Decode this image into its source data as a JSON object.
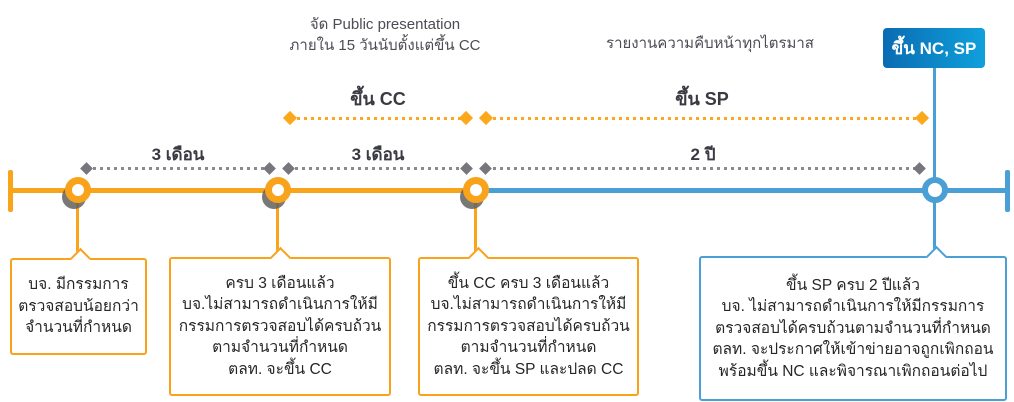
{
  "annotations": {
    "public_presentation_line1": "จัด Public presentation",
    "public_presentation_line2": "ภายใน 15 วันนับตั้งแต่ขึ้น CC",
    "quarterly_report": "รายงานความคืบหน้าทุกไตรมาส"
  },
  "badge": {
    "label": "ขึ้น NC, SP"
  },
  "status_spans": [
    {
      "label": "ขึ้น CC"
    },
    {
      "label": "ขึ้น SP"
    }
  ],
  "duration_spans": [
    {
      "label": "3 เดือน"
    },
    {
      "label": "3 เดือน"
    },
    {
      "label": "2 ปี"
    }
  ],
  "milestones": [
    {
      "box_lines": [
        "บจ. มีกรรมการ",
        "ตรวจสอบน้อยกว่า",
        "จำนวนที่กำหนด"
      ]
    },
    {
      "box_lines": [
        "ครบ 3 เดือนแล้ว",
        "บจ.ไม่สามารถดำเนินการให้มี",
        "กรรมการตรวจสอบได้ครบถ้วน",
        "ตามจำนวนที่กำหนด",
        "ตลท. จะขึ้น CC"
      ]
    },
    {
      "box_lines": [
        "ขึ้น CC ครบ 3 เดือนแล้ว",
        "บจ.ไม่สามารถดำเนินการให้มี",
        "กรรมการตรวจสอบได้ครบถ้วน",
        "ตามจำนวนที่กำหนด",
        "ตลท. จะขึ้น SP และปลด CC"
      ]
    },
    {
      "box_lines": [
        "ขึ้น SP ครบ 2 ปีแล้ว",
        "บจ. ไม่สามารถดำเนินการให้มีกรรมการ",
        "ตรวจสอบได้ครบถ้วนตามจำนวนที่กำหนด",
        "ตลท. จะประกาศให้เข้าข่ายอาจถูกเพิกถอน",
        "พร้อมขึ้น NC และพิจารณาเพิกถอนต่อไป"
      ]
    }
  ],
  "colors": {
    "orange": "#F9A21B",
    "blue": "#4AA0D5",
    "gray_dash": "#8A8A8A",
    "badge_gradient_start": "#0A6CB2",
    "badge_gradient_end": "#0FA0DC",
    "label_text": "#3A3A43",
    "box_text": "#262626"
  }
}
